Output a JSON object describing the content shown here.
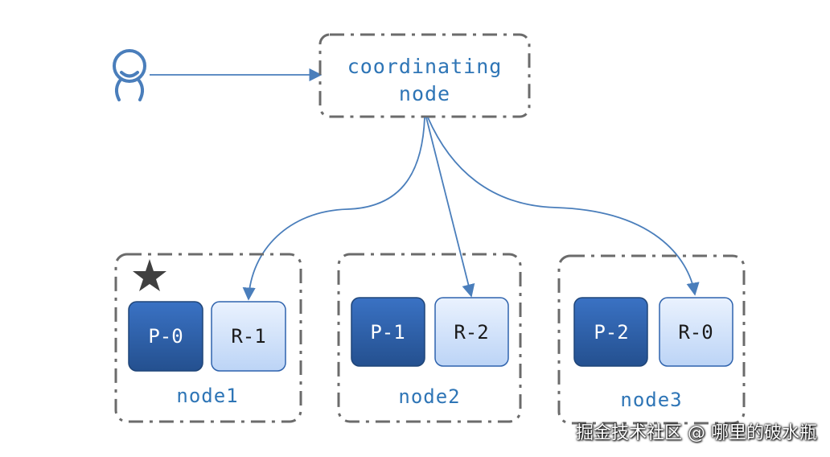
{
  "coordinating_node": {
    "line1": "coordinating",
    "line2": "node"
  },
  "nodes": [
    {
      "label": "node1",
      "primary": "P-0",
      "replica": "R-1",
      "starred": true
    },
    {
      "label": "node2",
      "primary": "P-1",
      "replica": "R-2",
      "starred": false
    },
    {
      "label": "node3",
      "primary": "P-2",
      "replica": "R-0",
      "starred": false
    }
  ],
  "watermark": "掘金技术社区 @ 哪里的破水瓶",
  "colors": {
    "primary_shard": "#2f63ad",
    "replica_shard": "#d6e5fb",
    "label_blue": "#2e75b6",
    "dashed_border": "#6b6b6b",
    "arrow": "#4a7ebb",
    "user_icon": "#4a7ebb",
    "star": "#404040"
  },
  "icons": {
    "user": "user-icon",
    "star": "star-icon"
  }
}
